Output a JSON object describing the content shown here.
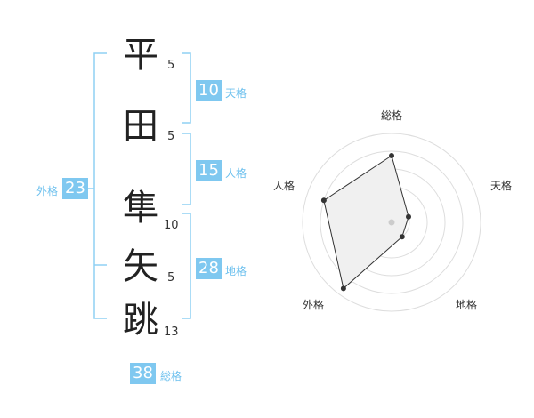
{
  "name": {
    "chars": [
      {
        "char": "平",
        "strokes": "5"
      },
      {
        "char": "田",
        "strokes": "5"
      },
      {
        "char": "隼",
        "strokes": "10"
      },
      {
        "char": "矢",
        "strokes": "5"
      },
      {
        "char": "跳",
        "strokes": "13"
      }
    ]
  },
  "fortune": {
    "ten": {
      "value": "10",
      "label": "天格"
    },
    "jin": {
      "value": "15",
      "label": "人格"
    },
    "chi": {
      "value": "28",
      "label": "地格"
    },
    "gai": {
      "value": "23",
      "label": "外格"
    },
    "so": {
      "value": "38",
      "label": "総格"
    }
  },
  "colors": {
    "accent": "#7fc8f0",
    "bracket": "#8fd0f4",
    "ring": "#dddddd",
    "fill": "#f0f0f0"
  },
  "chart_data": {
    "type": "radar",
    "axes": [
      "総格",
      "天格",
      "地格",
      "外格",
      "人格"
    ],
    "values": [
      0.75,
      0.2,
      0.2,
      0.92,
      0.8
    ],
    "range": [
      0,
      1
    ],
    "rings": 5
  }
}
